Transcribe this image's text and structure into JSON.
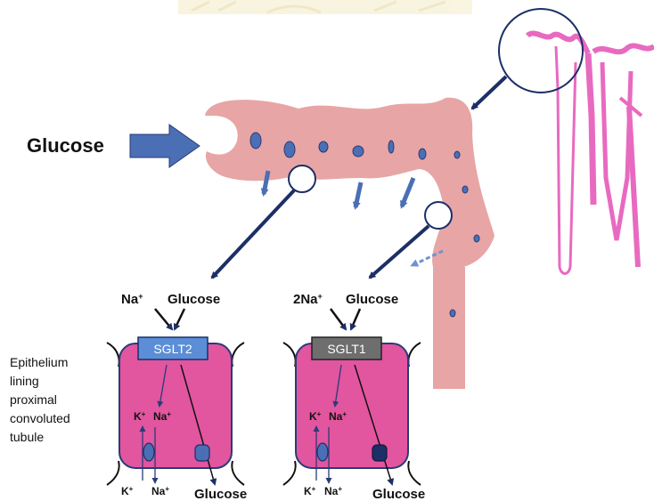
{
  "main_label": "Glucose",
  "left_cell": {
    "top_ion": "Na",
    "top_ion_sup": "+",
    "top_sugar": "Glucose",
    "transporter": "SGLT2",
    "inner_k": "K",
    "inner_k_sup": "+",
    "inner_na": "Na",
    "inner_na_sup": "+",
    "bottom_k": "K",
    "bottom_k_sup": "+",
    "bottom_na": "Na",
    "bottom_na_sup": "+",
    "bottom_sugar": "Glucose"
  },
  "right_cell": {
    "top_ion": "2Na",
    "top_ion_sup": "+",
    "top_sugar": "Glucose",
    "transporter": "SGLT1",
    "inner_k": "K",
    "inner_k_sup": "+",
    "inner_na": "Na",
    "inner_na_sup": "+",
    "bottom_k": "K",
    "bottom_k_sup": "+",
    "bottom_na": "Na",
    "bottom_na_sup": "+",
    "bottom_sugar": "Glucose"
  },
  "side_note": [
    "Epithelium",
    "lining",
    "proximal",
    "convoluted",
    "tubule"
  ],
  "colors": {
    "tubule": "#e8a5a5",
    "cell": "#e2559f",
    "glucose_dot": "#4a6fb5",
    "arrow_dark": "#1c2f66",
    "sglt2_box": "#5b8ed6",
    "sglt1_box": "#6e6e6e",
    "nephron": "#e86ac0",
    "watermark": "#e9e0b0"
  }
}
